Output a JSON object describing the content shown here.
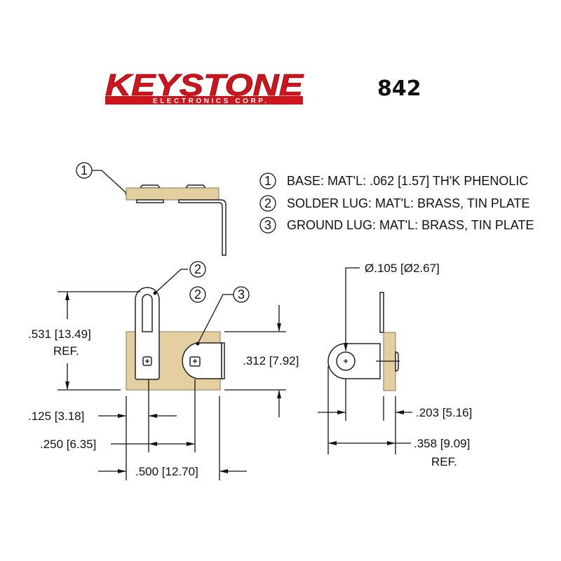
{
  "header": {
    "brand": "KEYSTONE",
    "brand_sub": "ELECTRONICS CORP.",
    "part_number": "842",
    "brand_color": "#d0141c"
  },
  "legend": [
    {
      "num": "1",
      "text": "BASE: MAT'L: .062 [1.57] TH'K PHENOLIC"
    },
    {
      "num": "2",
      "text": "SOLDER LUG: MAT'L: BRASS, TIN PLATE"
    },
    {
      "num": "3",
      "text": "GROUND LUG: MAT'L: BRASS, TIN PLATE"
    }
  ],
  "callouts": {
    "c1": "1",
    "c2": "2",
    "c3": "3"
  },
  "dimensions": {
    "height_total": ".531 [13.49]",
    "height_ref": "REF.",
    "base_height": ".312 [7.92]",
    "offset_125": ".125 [3.18]",
    "spacing_250": ".250 [6.35]",
    "width_500": ".500 [12.70]",
    "hole_dia": "Ø.105 [Ø2.67]",
    "side_203": ".203 [5.16]",
    "side_358": ".358 [9.09]",
    "side_ref": "REF."
  },
  "colors": {
    "base_fill": "#e3cf9f"
  }
}
